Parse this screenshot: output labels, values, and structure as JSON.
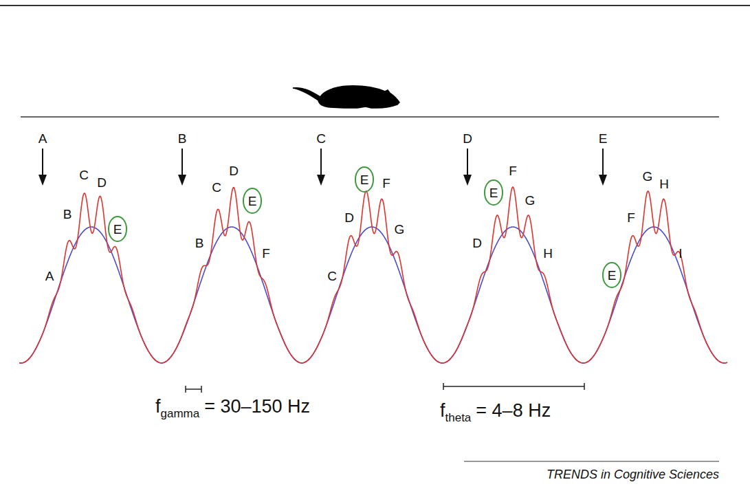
{
  "diagram": {
    "nodes": [
      {
        "text": [
          "E"
        ]
      },
      {
        "text": [
          "E"
        ]
      },
      {
        "text": [
          "E"
        ]
      },
      {
        "text": [
          "E"
        ]
      },
      {
        "text": [
          "E"
        ]
      }
    ],
    "labels": [
      "A",
      "A",
      "B",
      "C",
      "D",
      "B",
      "B",
      "C",
      "D",
      "F",
      "C",
      "C",
      "D",
      "F",
      "G",
      "D",
      "D",
      "F",
      "G",
      "H",
      "E",
      "F",
      "G",
      "H",
      "I",
      "f",
      "gamma",
      "= 30–150 Hz",
      "f",
      "theta",
      "= 4–8 Hz",
      "TRENDS in Cognitive Sciences"
    ]
  }
}
